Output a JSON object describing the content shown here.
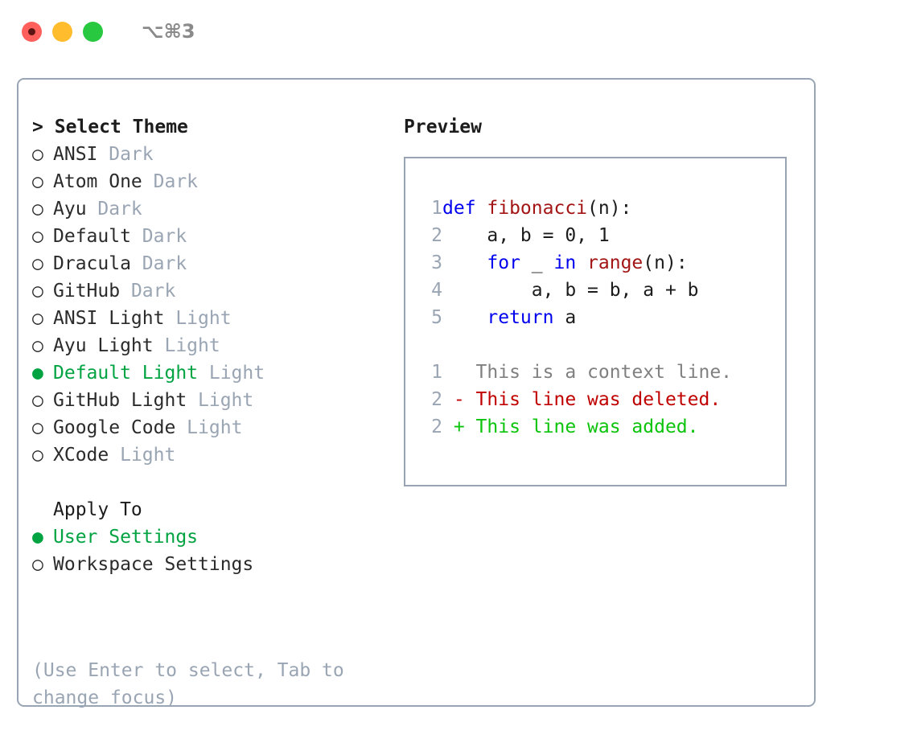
{
  "window": {
    "shortcut": "⌥⌘3",
    "traffic_lights": [
      {
        "name": "close",
        "color": "#ff605c"
      },
      {
        "name": "minimize",
        "color": "#ffbd2e"
      },
      {
        "name": "maximize",
        "color": "#28c840"
      }
    ]
  },
  "theme_section": {
    "header_marker": ">",
    "header_label": "Select Theme",
    "items": [
      {
        "marker": "○",
        "label": "ANSI",
        "suffix": "Dark",
        "selected": false
      },
      {
        "marker": "○",
        "label": "Atom One",
        "suffix": "Dark",
        "selected": false
      },
      {
        "marker": "○",
        "label": "Ayu",
        "suffix": "Dark",
        "selected": false
      },
      {
        "marker": "○",
        "label": "Default",
        "suffix": "Dark",
        "selected": false
      },
      {
        "marker": "○",
        "label": "Dracula",
        "suffix": "Dark",
        "selected": false
      },
      {
        "marker": "○",
        "label": "GitHub",
        "suffix": "Dark",
        "selected": false
      },
      {
        "marker": "○",
        "label": "ANSI Light",
        "suffix": "Light",
        "selected": false
      },
      {
        "marker": "○",
        "label": "Ayu Light",
        "suffix": "Light",
        "selected": false
      },
      {
        "marker": "●",
        "label": "Default Light",
        "suffix": "Light",
        "selected": true
      },
      {
        "marker": "○",
        "label": "GitHub Light",
        "suffix": "Light",
        "selected": false
      },
      {
        "marker": "○",
        "label": "Google Code",
        "suffix": "Light",
        "selected": false
      },
      {
        "marker": "○",
        "label": "XCode",
        "suffix": "Light",
        "selected": false
      }
    ]
  },
  "apply_to_section": {
    "header_label": "Apply To",
    "items": [
      {
        "marker": "●",
        "label": "User Settings",
        "selected": true
      },
      {
        "marker": "○",
        "label": "Workspace Settings",
        "selected": false
      }
    ]
  },
  "hint": {
    "line1": "(Use Enter to select, Tab to",
    "line2": "change focus)"
  },
  "preview": {
    "title": "Preview",
    "code_lines": [
      {
        "no": "1",
        "tokens": [
          {
            "t": "def ",
            "c": "kw"
          },
          {
            "t": "fibonacci",
            "c": "fn"
          },
          {
            "t": "(n):",
            "c": "plain"
          }
        ]
      },
      {
        "no": "2",
        "tokens": [
          {
            "t": "    a, b = 0, 1",
            "c": "plain"
          }
        ]
      },
      {
        "no": "3",
        "tokens": [
          {
            "t": "    ",
            "c": "plain"
          },
          {
            "t": "for",
            "c": "kw"
          },
          {
            "t": " _ ",
            "c": "plain"
          },
          {
            "t": "in ",
            "c": "kw"
          },
          {
            "t": "range",
            "c": "fn"
          },
          {
            "t": "(n):",
            "c": "plain"
          }
        ]
      },
      {
        "no": "4",
        "tokens": [
          {
            "t": "        a, b = b, a + b",
            "c": "plain"
          }
        ]
      },
      {
        "no": "5",
        "tokens": [
          {
            "t": "    ",
            "c": "plain"
          },
          {
            "t": "return",
            "c": "kw"
          },
          {
            "t": " a",
            "c": "plain"
          }
        ]
      },
      {
        "no": "",
        "tokens": [
          {
            "t": " ",
            "c": "plain"
          }
        ]
      },
      {
        "no": "1",
        "tokens": [
          {
            "t": "   This is a context line.",
            "c": "ctx"
          }
        ]
      },
      {
        "no": "2",
        "tokens": [
          {
            "t": " - This line was deleted.",
            "c": "del"
          }
        ]
      },
      {
        "no": "2",
        "tokens": [
          {
            "t": " + This line was added.",
            "c": "add"
          }
        ]
      }
    ]
  },
  "colors": {
    "accent_green": "#00a341",
    "muted_gray": "#9aa5b4",
    "border": "#9aa5b4",
    "keyword_blue": "#0000ee",
    "function_red": "#a31515",
    "diff_added": "#0bc40b",
    "diff_deleted": "#c00000",
    "diff_context": "#808080"
  }
}
